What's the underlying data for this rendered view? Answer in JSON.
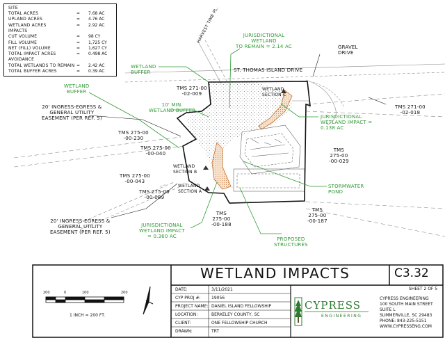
{
  "site_table": {
    "header": "SITE",
    "rows": [
      {
        "label": "TOTAL ACRES",
        "eq": "=",
        "value": "7.68 AC"
      },
      {
        "label": "UPLAND ACRES",
        "eq": "=",
        "value": "4.76 AC"
      },
      {
        "label": "WETLAND ACRES",
        "eq": "=",
        "value": "2.92 AC"
      },
      {
        "label": "IMPACTS",
        "eq": "",
        "value": ""
      },
      {
        "label": "CUT VOLUME",
        "eq": "=",
        "value": "98 CY"
      },
      {
        "label": "FILL VOLUME",
        "eq": "=",
        "value": "1,725 CY"
      },
      {
        "label": "NET (FILL) VOLUME",
        "eq": "=",
        "value": "1,627 CY"
      },
      {
        "label": "TOTAL IMPACT ACRES",
        "eq": "=",
        "value": "0.498 AC"
      },
      {
        "label": "AVOIDANCE",
        "eq": "",
        "value": ""
      },
      {
        "label": "TOTAL WETLANDS TO REMAIN",
        "eq": "=",
        "value": "2.42 AC"
      },
      {
        "label": "TOTAL BUFFER ACRES",
        "eq": "=",
        "value": "0.39 AC"
      }
    ]
  },
  "labels": {
    "harvest_time": "HARVEST TIME PL.",
    "jur_remain": [
      "JURISDICTIONAL",
      "WETLAND",
      "TO REMAIN = 2.14 AC"
    ],
    "gravel_drive": [
      "GRAVEL",
      "DRIVE"
    ],
    "wetland_buffer_top": [
      "WETLAND",
      "BUFFER"
    ],
    "st_thomas": "ST. THOMAS ISLAND DRIVE",
    "tms_271_009": [
      "TMS 271-00",
      "-02-009"
    ],
    "wetland_section_c": [
      "WETLAND",
      "SECTION C"
    ],
    "tms_271_018": [
      "TMS 271-00",
      "-02-018"
    ],
    "wetland_buffer_left": [
      "WETLAND",
      "BUFFER"
    ],
    "min_buffer": [
      "10' MIN.",
      "WETLAND BUFFER"
    ],
    "jur_impact_c": [
      "JURISDICTIONAL",
      "WETLAND IMPACT =",
      "0.138 AC"
    ],
    "easement_top": [
      "20' INGRESS-EGRESS &",
      "GENERAL UTILITY",
      "EASEMENT (PER REF. 5)"
    ],
    "tms_275_230": [
      "TMS 275-00",
      "-00-230"
    ],
    "tms_275_040": [
      "TMS 275-00",
      "-00-040"
    ],
    "tms_275_029": [
      "TMS",
      "275-00",
      "-00-029"
    ],
    "wetland_section_b": [
      "WETLAND",
      "SECTION B"
    ],
    "tms_275_043": [
      "TMS 275-00",
      "-00-043"
    ],
    "stormwater": [
      "STORMWATER",
      "POND"
    ],
    "wetland_section_a": [
      "WETLAND",
      "SECTION A"
    ],
    "tms_275_089": [
      "TMS 275-00",
      "-00-089"
    ],
    "tms_275_187": [
      "TMS",
      "275-00",
      "-00-187"
    ],
    "tms_275_188": [
      "TMS",
      "275-00",
      "-00-188"
    ],
    "easement_bottom": [
      "20' INGRESS-EGRESS &",
      "GENERAL UTILITY",
      "EASEMENT (PER REF. 5)"
    ],
    "jur_impact_a": [
      "JURISDICTIONAL",
      "WETLAND IMPACT",
      "= 0.360 AC"
    ],
    "proposed": [
      "PROPOSED",
      "STRUCTURES"
    ]
  },
  "title_block": {
    "title": "WETLAND IMPACTS",
    "sheet_no": "C3.32",
    "sheet_of": "SHEET 2 OF 5",
    "date_label": "DATE:",
    "date": "3/11/2021",
    "proj_label": "CYP PROJ #:",
    "proj": "19056",
    "name_label": "PROJECT NAME:",
    "name": "DANIEL ISLAND FELLOWSHIP",
    "loc_label": "LOCATION:",
    "loc": "BERKELEY COUNTY, SC",
    "client_label": "CLIENT:",
    "client": "ONE FELLOWSHIP CHURCH",
    "drawn_label": "DRAWN:",
    "drawn": "TRT",
    "logo_text": "CYPRESS",
    "logo_sub": "ENGINEERING",
    "company": [
      "CYPRESS ENGINEERING",
      "100 SOUTH MAIN STREET",
      "SUITE L",
      "SUMMERVILLE, SC 29483",
      "PHONE: 843-225-5151",
      "WWW.CYPRESSENG.COM"
    ]
  },
  "scale": {
    "ticks": [
      "200",
      "0",
      "100",
      "200"
    ],
    "text": "1 INCH = 200 FT."
  },
  "colors": {
    "line": "#111111",
    "green": "#2e9a33",
    "orange": "#c8702a",
    "dots": "#777777"
  }
}
